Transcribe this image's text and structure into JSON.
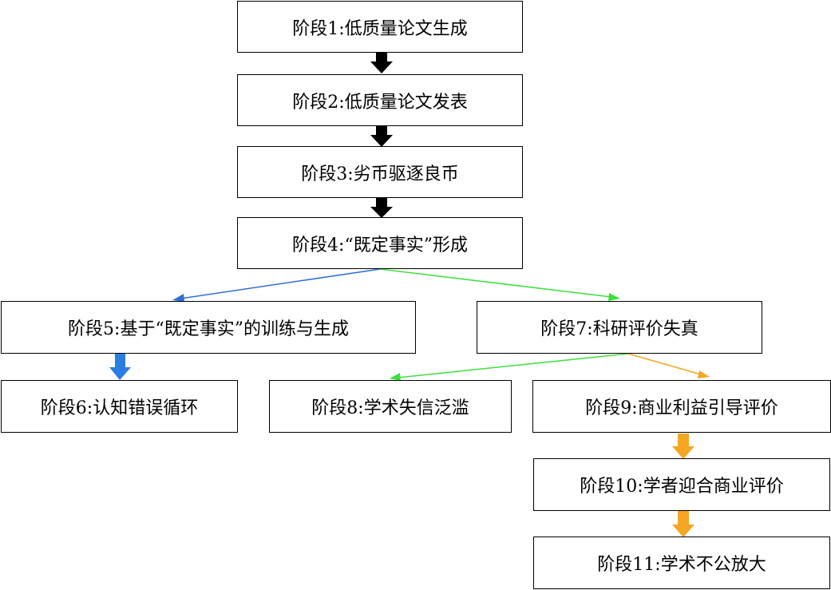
{
  "stages": {
    "s1": "阶段1:低质量论文生成",
    "s2": "阶段2:低质量论文发表",
    "s3": "阶段3:劣币驱逐良币",
    "s4": "阶段4:“既定事实”形成",
    "s5": "阶段5:基于“既定事实”的训练与生成",
    "s6": "阶段6:认知错误循环",
    "s7": "阶段7:科研评价失真",
    "s8": "阶段8:学术失信泛滥",
    "s9": "阶段9:商业利益引导评价",
    "s10": "阶段10:学者迎合商业评价",
    "s11": "阶段11:学术不公放大"
  },
  "colors": {
    "black": "#000000",
    "blue": "#2f6fd6",
    "blue_thick": "#2a7de1",
    "green": "#3ee03e",
    "orange": "#f5a623"
  }
}
